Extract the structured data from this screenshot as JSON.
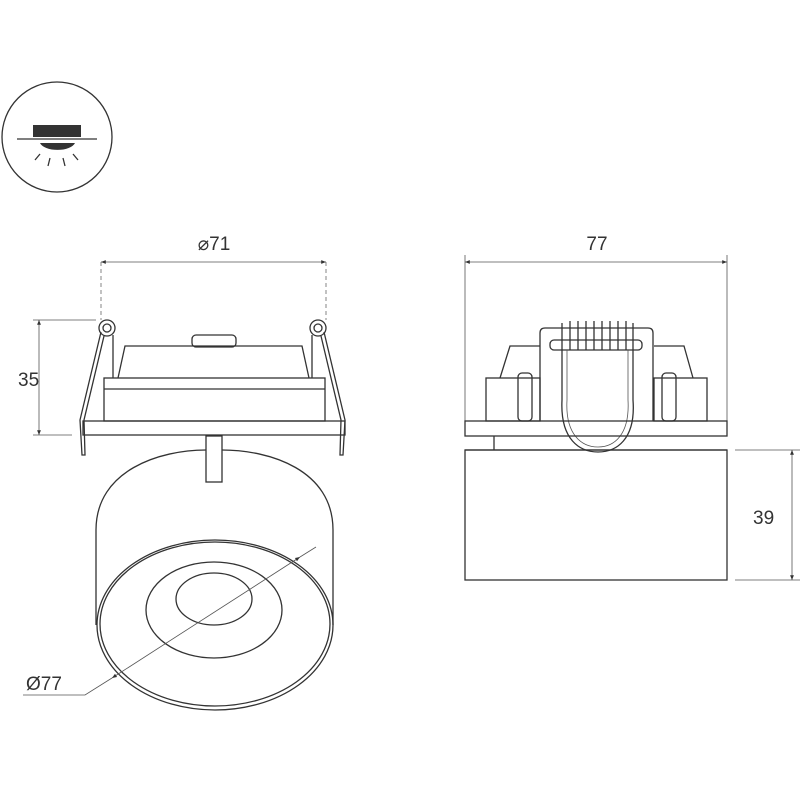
{
  "icon": {
    "name": "recessed-mounting-icon"
  },
  "front_view": {
    "cutout_label": "⌀71",
    "height_label": "35",
    "diameter_label": "Ø77"
  },
  "side_view": {
    "width_label": "77",
    "body_height_label": "39"
  },
  "colors": {
    "line": "#333333",
    "fill": "#ffffff",
    "icon_fill": "#333333"
  }
}
